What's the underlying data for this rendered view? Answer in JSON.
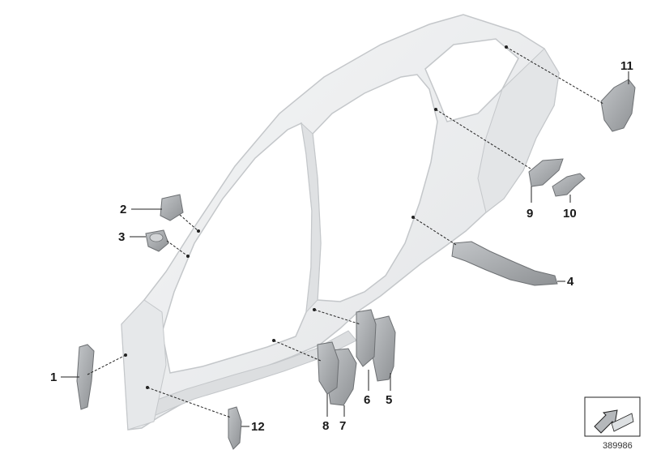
{
  "callouts": [
    {
      "id": "1",
      "label": "1"
    },
    {
      "id": "2",
      "label": "2"
    },
    {
      "id": "3",
      "label": "3"
    },
    {
      "id": "4",
      "label": "4"
    },
    {
      "id": "5",
      "label": "5"
    },
    {
      "id": "6",
      "label": "6"
    },
    {
      "id": "7",
      "label": "7"
    },
    {
      "id": "8",
      "label": "8"
    },
    {
      "id": "9",
      "label": "9"
    },
    {
      "id": "10",
      "label": "10"
    },
    {
      "id": "11",
      "label": "11"
    },
    {
      "id": "12",
      "label": "12"
    }
  ],
  "reference_number": "389986",
  "colors": {
    "body_fill": "#eceef0",
    "body_edge": "#c4c7ca",
    "part_fill": "#a9acaf",
    "part_edge": "#6d7073",
    "callout_text": "#1a1a1a"
  }
}
